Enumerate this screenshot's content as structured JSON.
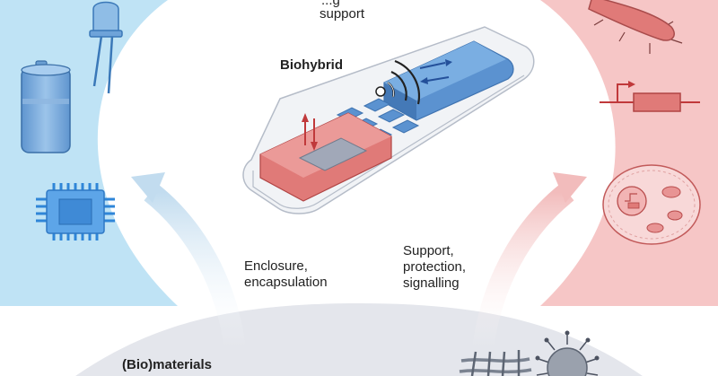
{
  "labels": {
    "top_line1": "...g",
    "top_line2": "support",
    "center": "Biohybrid",
    "left_line1": "Enclosure,",
    "left_line2": "encapsulation",
    "right_line1": "Support,",
    "right_line2": "protection,",
    "right_line3": "signalling",
    "bottom": "(Bio)materials"
  },
  "colors": {
    "electronics_panel": "#bfe3f5",
    "biology_panel": "#f6c6c6",
    "materials_panel": "#e4e6ec",
    "device_blue": "#5b92d0",
    "device_red": "#e07a78",
    "arrow_blue": "#c7dff0",
    "arrow_red": "#f3c4c4",
    "text": "#222222"
  },
  "icons": [
    "led-icon",
    "battery-icon",
    "microchip-icon",
    "bacterium-icon",
    "gene-circuit-icon",
    "cell-icon",
    "fiber-mesh-icon",
    "nanoparticle-icon",
    "wireless-icon",
    "biohybrid-device-icon"
  ]
}
